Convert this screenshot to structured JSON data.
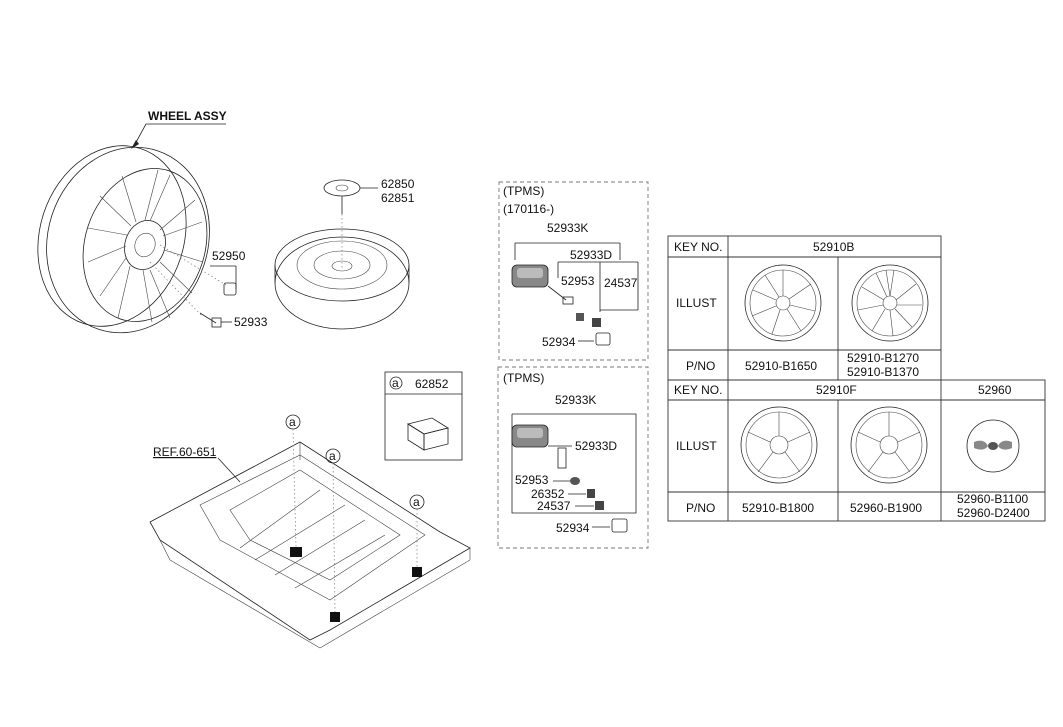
{
  "wheel": {
    "title": "WHEEL ASSY",
    "callouts": [
      "52950",
      "52933"
    ]
  },
  "spare": {
    "callouts": [
      "62850",
      "62851"
    ]
  },
  "floor": {
    "ref_label": "REF.60-651",
    "marker": "a"
  },
  "inset_62852": {
    "marker": "a",
    "part_no": "62852"
  },
  "tpms1": {
    "title": "(TPMS)",
    "date": "(170116-)",
    "callouts": [
      "52933K",
      "52933D",
      "52953",
      "24537",
      "52934"
    ]
  },
  "tpms2": {
    "title": "(TPMS)",
    "callouts": [
      "52933K",
      "52933D",
      "52953",
      "26352",
      "24537",
      "52934"
    ]
  },
  "table1": {
    "key_no_label": "KEY NO.",
    "key_no": "52910B",
    "illust_label": "ILLUST",
    "pno_label": "P/NO",
    "pno": [
      "52910-B1650",
      "52910-B1270",
      "52910-B1370"
    ]
  },
  "table2": {
    "key_no_label": "KEY NO.",
    "key_no_1": "52910F",
    "key_no_2": "52960",
    "illust_label": "ILLUST",
    "pno_label": "P/NO",
    "pno": [
      "52910-B1800",
      "52960-B1900",
      "52960-B1100",
      "52960-D2400"
    ]
  }
}
